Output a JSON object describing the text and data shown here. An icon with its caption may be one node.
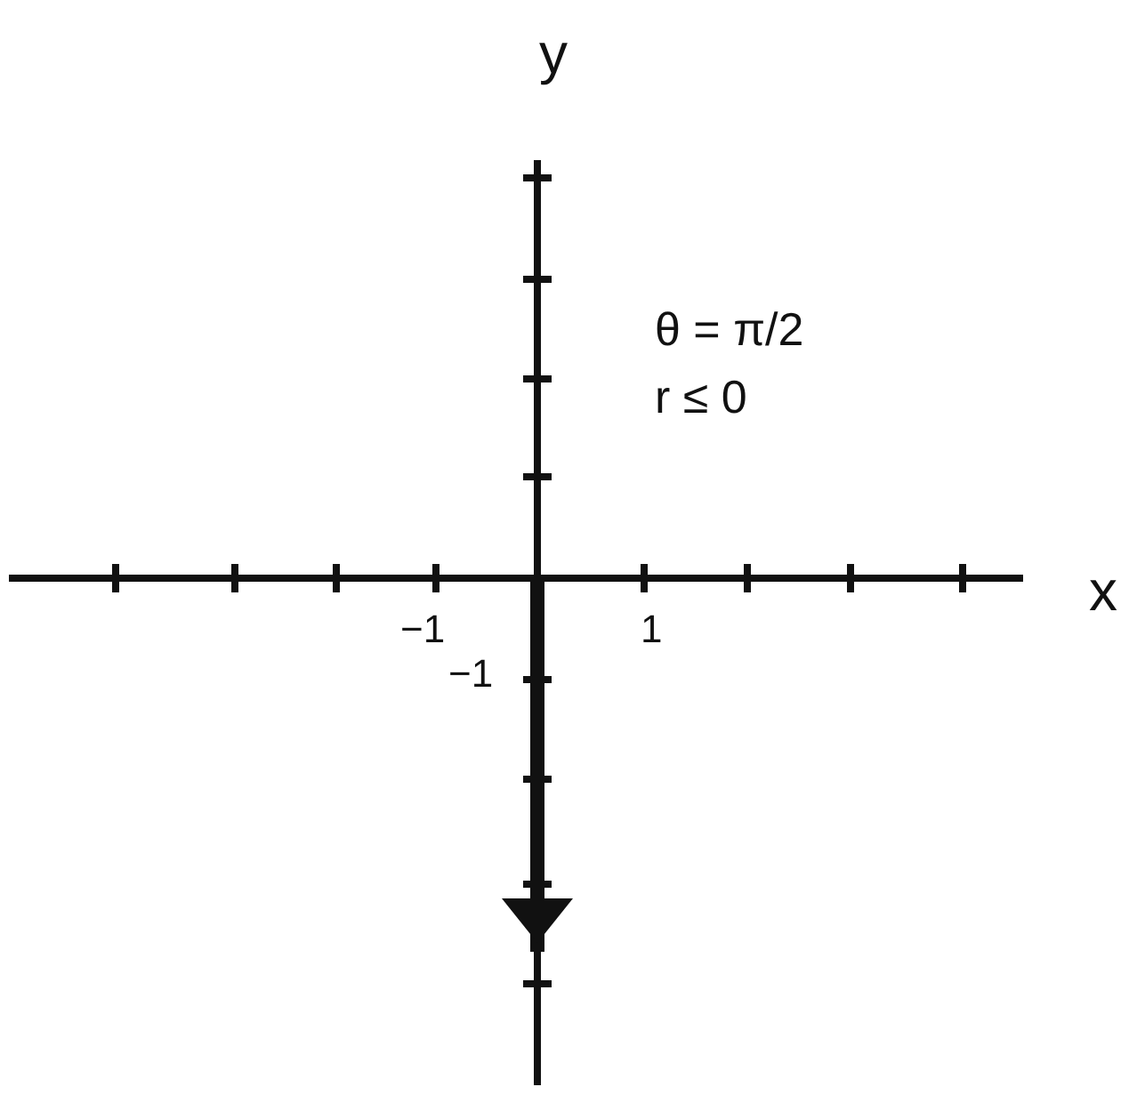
{
  "diagram": {
    "labels": [
      "y",
      "θ = π/2",
      "r ≤ 0",
      "x",
      "−1",
      "1",
      "−1"
    ]
  }
}
